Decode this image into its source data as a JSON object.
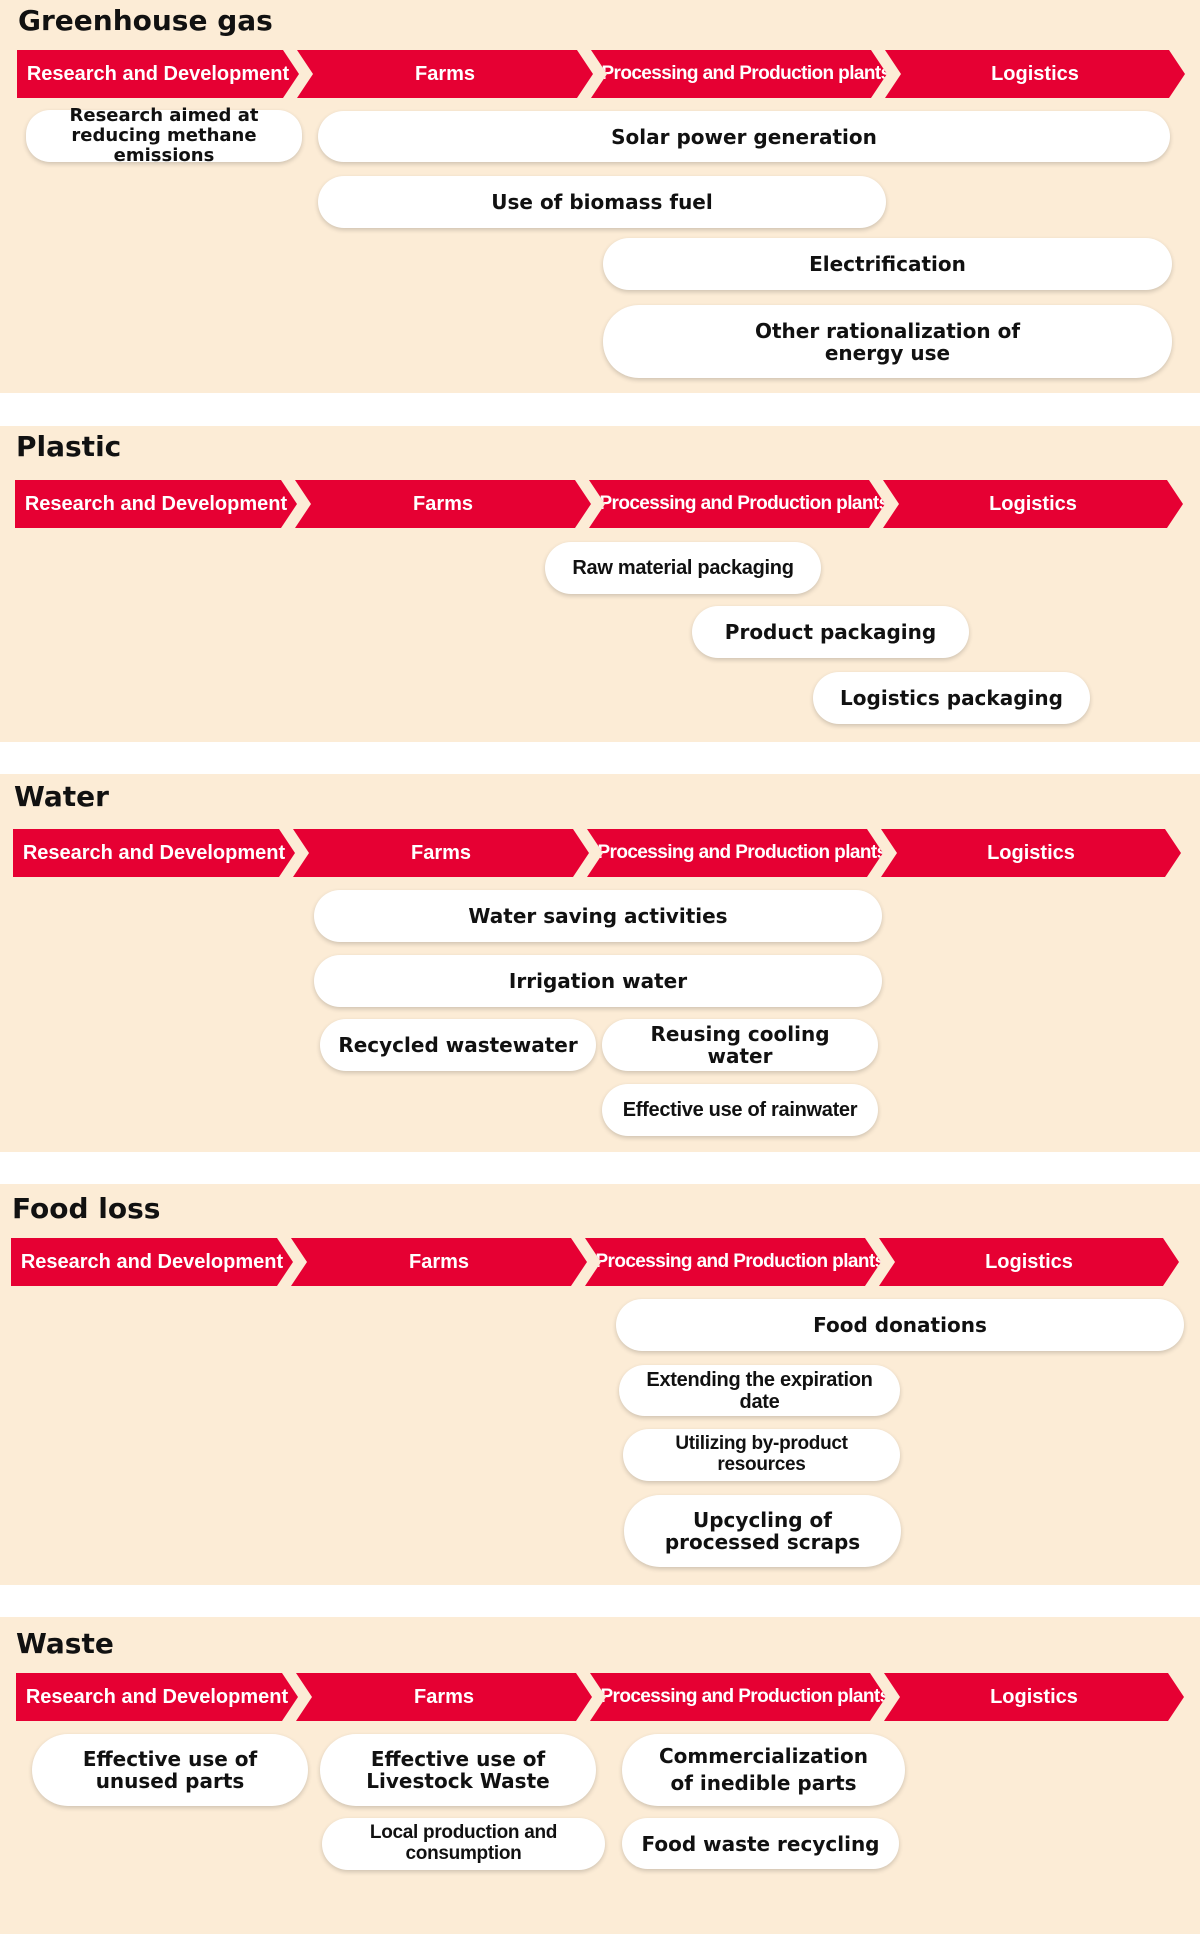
{
  "stages": [
    "Research and Development",
    "Farms",
    "Processing and Production plants",
    "Logistics"
  ],
  "sections": {
    "ghg": {
      "title": "Greenhouse gas",
      "items": [
        "Research aimed at reducing methane emissions",
        "Solar power generation",
        "Use of biomass fuel",
        "Electrification",
        "Other rationalization of energy use"
      ]
    },
    "plastic": {
      "title": "Plastic",
      "items": [
        "Raw material packaging",
        "Product packaging",
        "Logistics packaging"
      ]
    },
    "water": {
      "title": "Water",
      "items": [
        "Water saving activities",
        "Irrigation water",
        "Recycled wastewater",
        "Reusing cooling water",
        "Effective use of rainwater"
      ]
    },
    "foodloss": {
      "title": "Food loss",
      "items": [
        "Food donations",
        "Extending the expiration date",
        "Utilizing by-product resources",
        "Upcycling of processed scraps"
      ]
    },
    "waste": {
      "title": "Waste",
      "items": [
        "Effective use of unused parts",
        "Effective use of Livestock Waste",
        "Commercialization of inedible parts",
        "Local production and consumption",
        "Food waste recycling"
      ]
    }
  },
  "colors": {
    "accent": "#e60033",
    "panel": "#fcecd6",
    "pill": "#ffffff"
  }
}
